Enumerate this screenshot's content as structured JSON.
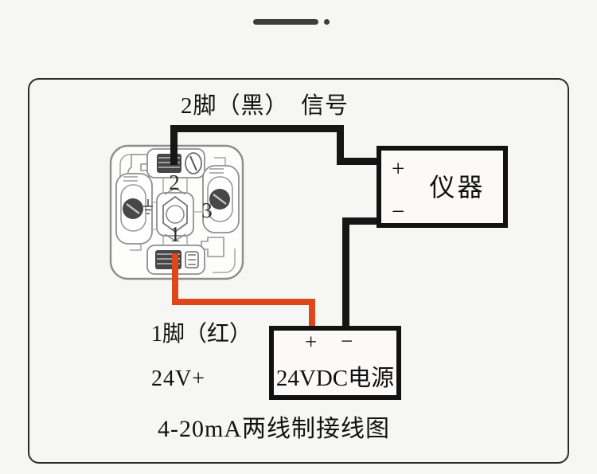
{
  "page": {
    "background": "#f6f6f5",
    "decoration_color": "#3d3d3d"
  },
  "diagram": {
    "signal_wire_label": "2脚（黑）　信号",
    "pin1_wire_label": "1脚（红）",
    "pin1_voltage_label": "24V+",
    "caption": "4-20mA两线制接线图",
    "instrument_box": {
      "plus": "+",
      "minus": "−",
      "label": "仪器"
    },
    "power_box": {
      "plus": "+",
      "minus": "−",
      "label": "24VDC电源"
    },
    "connector": {
      "pin1": "1",
      "pin2": "2",
      "pin3": "3"
    },
    "colors": {
      "black_wire": "#161616",
      "red_wire": "#dd4719",
      "box_border": "#121212",
      "frame_border": "#2b2b2b"
    }
  }
}
